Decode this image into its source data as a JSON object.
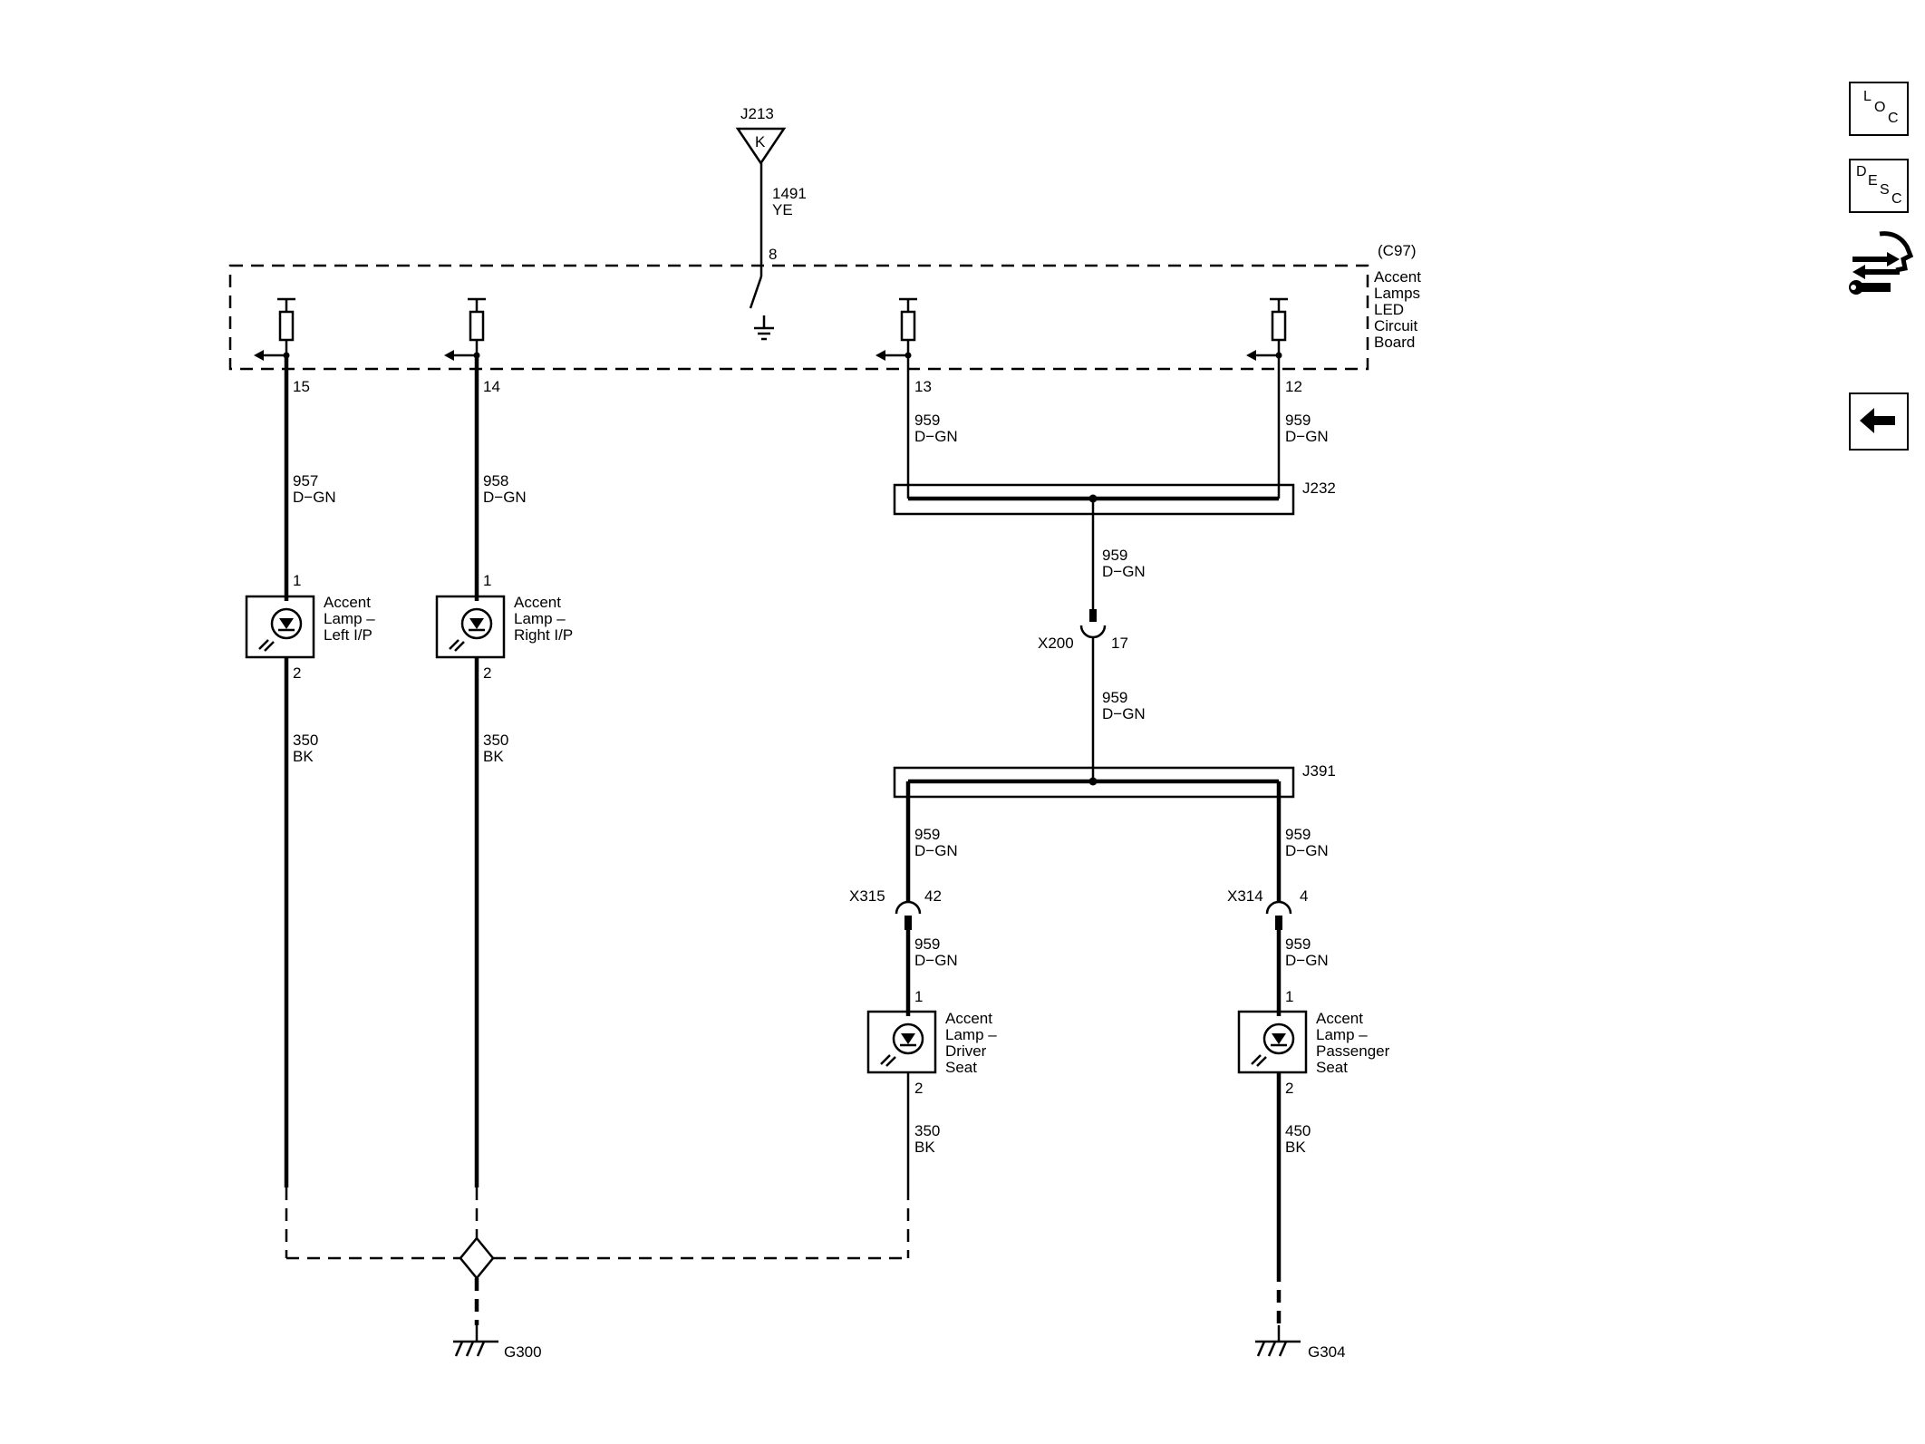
{
  "nav": {
    "loc_letters": [
      "L",
      "O",
      "C"
    ],
    "desc_letters": [
      "D",
      "E",
      "S",
      "C"
    ],
    "icons": [
      "loc-button-icon",
      "desc-button-icon",
      "connector-wrench-icon",
      "back-arrow-icon"
    ]
  },
  "splice_j213": "J213",
  "splice_j213_pin": "K",
  "wire_1491": {
    "circuit": "1491",
    "color": "YE"
  },
  "board": {
    "ref": "(C97)",
    "name_lines": [
      "Accent",
      "Lamps",
      "LED",
      "Circuit",
      "Board"
    ],
    "pin_input": "8",
    "pins_out": [
      "15",
      "14",
      "13",
      "12"
    ]
  },
  "wires": {
    "w957": {
      "circuit": "957",
      "color": "D−GN"
    },
    "w958": {
      "circuit": "958",
      "color": "D−GN"
    },
    "w959_13": {
      "circuit": "959",
      "color": "D−GN"
    },
    "w959_12": {
      "circuit": "959",
      "color": "D−GN"
    },
    "w959_j232": {
      "circuit": "959",
      "color": "D−GN"
    },
    "w959_x200": {
      "circuit": "959",
      "color": "D−GN"
    },
    "w959_left": {
      "circuit": "959",
      "color": "D−GN"
    },
    "w959_right": {
      "circuit": "959",
      "color": "D−GN"
    },
    "w959_x315": {
      "circuit": "959",
      "color": "D−GN"
    },
    "w959_x314": {
      "circuit": "959",
      "color": "D−GN"
    },
    "w350_a": {
      "circuit": "350",
      "color": "BK"
    },
    "w350_b": {
      "circuit": "350",
      "color": "BK"
    },
    "w350_c": {
      "circuit": "350",
      "color": "BK"
    },
    "w450": {
      "circuit": "450",
      "color": "BK"
    }
  },
  "splices": {
    "j232": "J232",
    "j391": "J391"
  },
  "connectors": {
    "x200": {
      "name": "X200",
      "pin": "17"
    },
    "x315": {
      "name": "X315",
      "pin": "42"
    },
    "x314": {
      "name": "X314",
      "pin": "4"
    }
  },
  "lamps": {
    "left_ip": {
      "lines": [
        "Accent",
        "Lamp –",
        "Left I/P"
      ],
      "pin_top": "1",
      "pin_bottom": "2"
    },
    "right_ip": {
      "lines": [
        "Accent",
        "Lamp –",
        "Right I/P"
      ],
      "pin_top": "1",
      "pin_bottom": "2"
    },
    "driver": {
      "lines": [
        "Accent",
        "Lamp –",
        "Driver",
        "Seat"
      ],
      "pin_top": "1",
      "pin_bottom": "2"
    },
    "passenger": {
      "lines": [
        "Accent",
        "Lamp –",
        "Passenger",
        "Seat"
      ],
      "pin_top": "1",
      "pin_bottom": "2"
    }
  },
  "grounds": {
    "g300": "G300",
    "g304": "G304"
  }
}
